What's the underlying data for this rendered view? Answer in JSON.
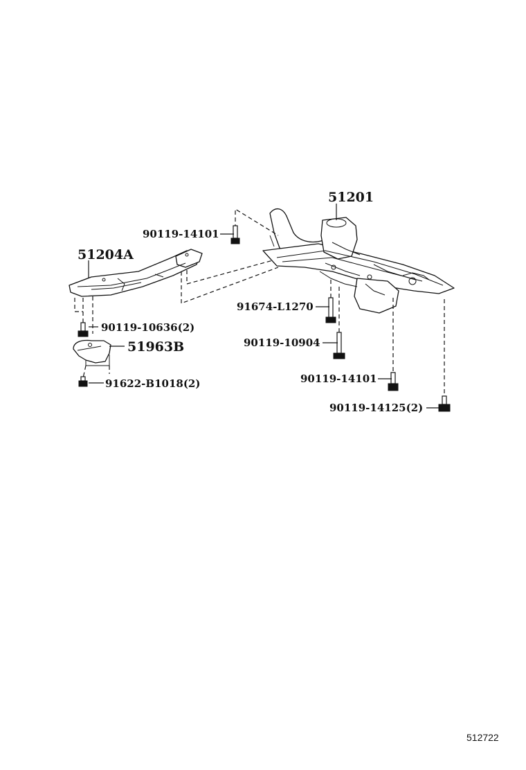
{
  "diagram": {
    "illustration_id": "512722",
    "parts": {
      "crossmember": "51201",
      "brace": "51204A",
      "bracket": "51963B"
    },
    "fasteners": {
      "bolt_top": "90119-14101",
      "bolt_brace": "90119-10636(2)",
      "bolt_bracket": "91622-B1018(2)",
      "bolt_mid": "91674-L1270",
      "bolt_long": "90119-10904",
      "bolt_right": "90119-14101",
      "bolt_far_right": "90119-14125(2)"
    }
  }
}
